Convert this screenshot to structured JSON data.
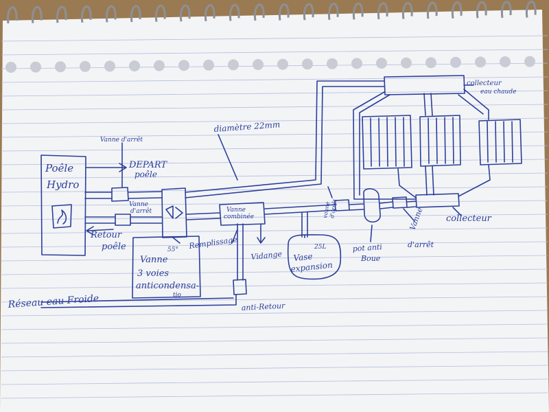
{
  "labels": {
    "stove": [
      "Poêle",
      "Hydro"
    ],
    "depart": [
      "DEPART",
      "poêle"
    ],
    "retour": [
      "Retour",
      "poêle"
    ],
    "vanne_arret_top": "Vanne d'arrêt",
    "vanne_arret_mid": [
      "Vanne",
      "d'arrêt"
    ],
    "diametre": "diamètre 22mm",
    "vanne_combinee": [
      "Vanne",
      "combinée"
    ],
    "vanne_3voies": [
      "Vanne",
      "3 voies",
      "anticondensa-",
      "tio"
    ],
    "vanne_temp": "55°",
    "remplissage": "Remplissage",
    "vidange": "Vidange",
    "vase": [
      "Vase",
      "expansion"
    ],
    "vase_cap": "25L",
    "vanne_arret_right": [
      "vanne",
      "d'arrêt"
    ],
    "pot": [
      "pot anti",
      "Boue"
    ],
    "vanne_arret_far": [
      "Vanne",
      "d'arrêt"
    ],
    "collecteur": "collecteur",
    "collecteur_chaude": [
      "collecteur",
      "eau chaude"
    ],
    "reseau": "Réseau eau Froide",
    "anti_retour": "anti-Retour"
  },
  "colors": {
    "ink": "#2b3f9a",
    "paper": "#f4f5f7",
    "rule": "#aab4d8"
  }
}
